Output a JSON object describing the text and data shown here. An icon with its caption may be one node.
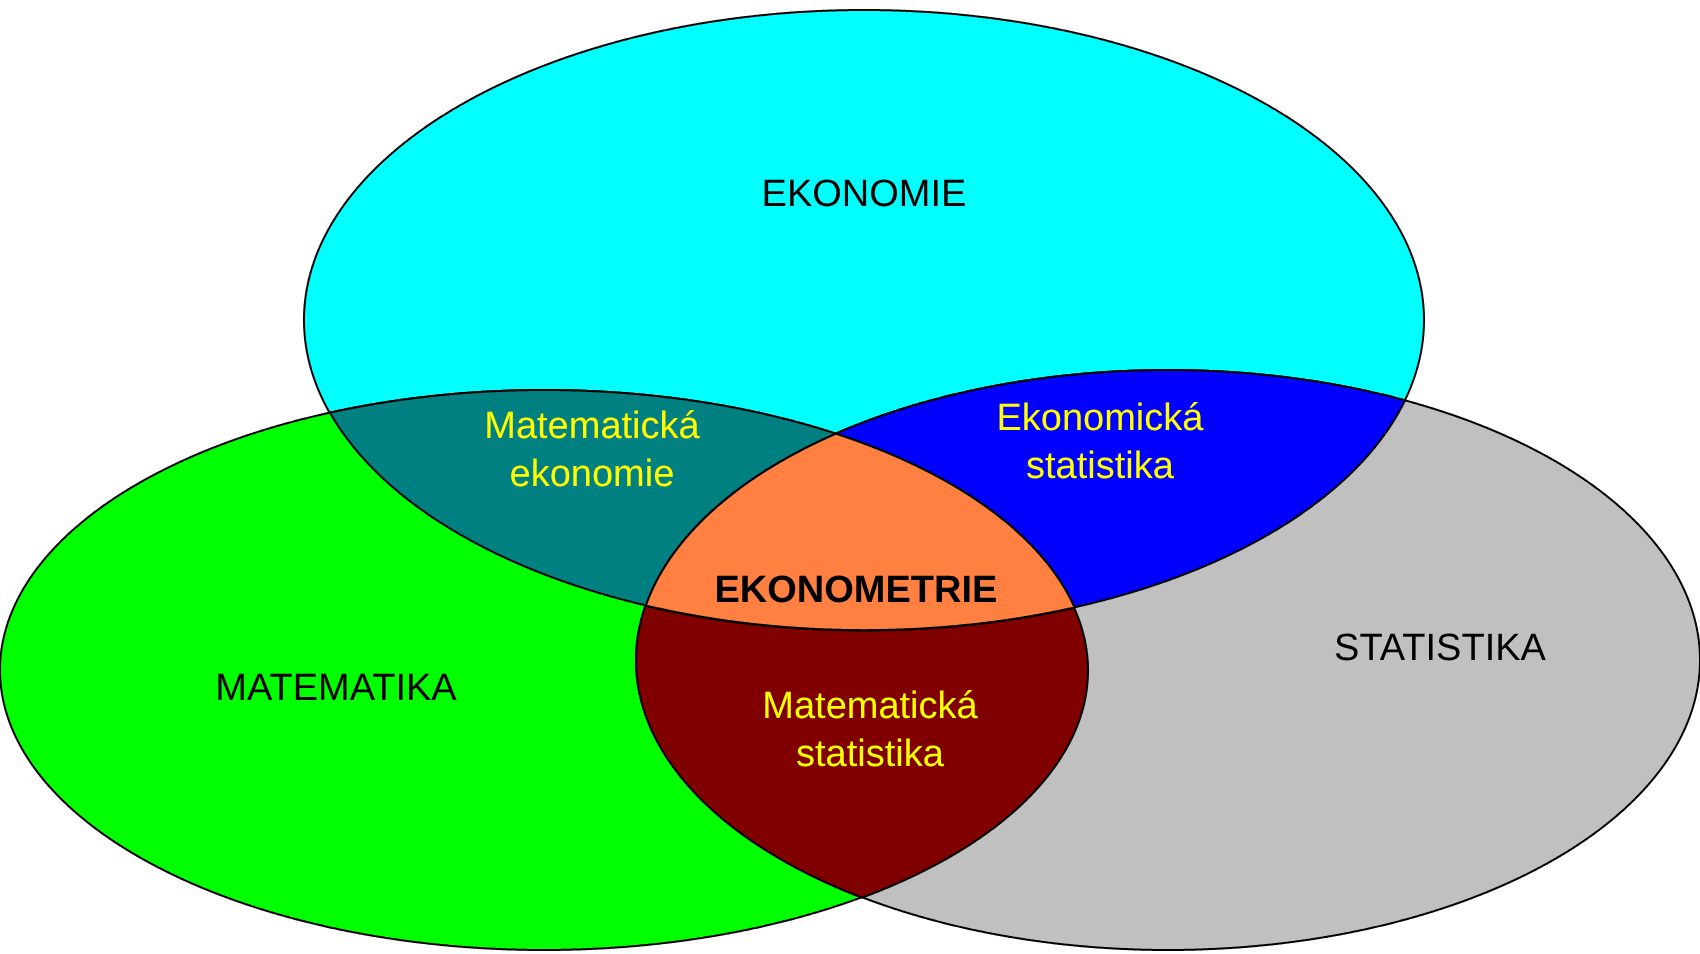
{
  "diagram": {
    "nodes": [
      {
        "text": [
          "EKONOMIE"
        ]
      },
      {
        "text": [
          "Matematická ekonomie"
        ]
      },
      {
        "text": [
          "Ekonomická statistika"
        ]
      },
      {
        "text": [
          "EKONOMETRIE"
        ]
      },
      {
        "text": [
          "MATEMATIKA"
        ]
      },
      {
        "text": [
          "STATISTIKA"
        ]
      },
      {
        "text": [
          "Matematická statistika"
        ]
      }
    ],
    "edges": []
  }
}
